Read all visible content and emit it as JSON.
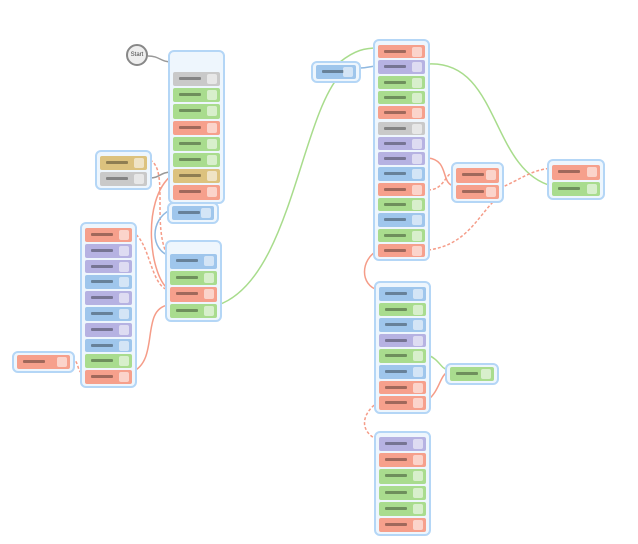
{
  "start": {
    "label": "Start"
  },
  "colors": {
    "gray": "#c9c9c9",
    "green": "#a9dc8e",
    "red": "#f6a08c",
    "purple": "#b6b2e2",
    "blue": "#9fc6ec",
    "tan": "#dcc27e",
    "edge_green": "#a8dc8c",
    "edge_red": "#f59c88",
    "edge_blue": "#8fb8e0",
    "edge_gray": "#999999"
  },
  "groups": [
    {
      "id": "g1",
      "nodes": [
        "gray",
        "green",
        "green",
        "red",
        "green",
        "green",
        "tan",
        "red"
      ]
    },
    {
      "id": "g2",
      "nodes": [
        "tan",
        "gray"
      ]
    },
    {
      "id": "g3",
      "nodes": [
        "blue"
      ]
    },
    {
      "id": "g4",
      "nodes": [
        "blue",
        "green",
        "red",
        "green"
      ]
    },
    {
      "id": "g5",
      "nodes": [
        "red",
        "purple",
        "purple",
        "blue",
        "purple",
        "blue",
        "purple",
        "blue",
        "green",
        "red"
      ]
    },
    {
      "id": "g6",
      "nodes": [
        "red"
      ]
    },
    {
      "id": "g7",
      "nodes": [
        "blue"
      ]
    },
    {
      "id": "g8",
      "nodes": [
        "red",
        "purple",
        "green",
        "green",
        "red",
        "gray",
        "purple",
        "purple",
        "blue",
        "red",
        "green",
        "blue",
        "green",
        "red"
      ]
    },
    {
      "id": "g9",
      "nodes": [
        "red",
        "red"
      ]
    },
    {
      "id": "g10",
      "nodes": [
        "red",
        "green"
      ]
    },
    {
      "id": "g11",
      "nodes": [
        "blue",
        "green",
        "blue",
        "purple",
        "green",
        "blue",
        "red",
        "red"
      ]
    },
    {
      "id": "g12",
      "nodes": [
        "green"
      ]
    },
    {
      "id": "g13",
      "nodes": [
        "purple",
        "red",
        "green",
        "green",
        "green",
        "red"
      ]
    }
  ]
}
